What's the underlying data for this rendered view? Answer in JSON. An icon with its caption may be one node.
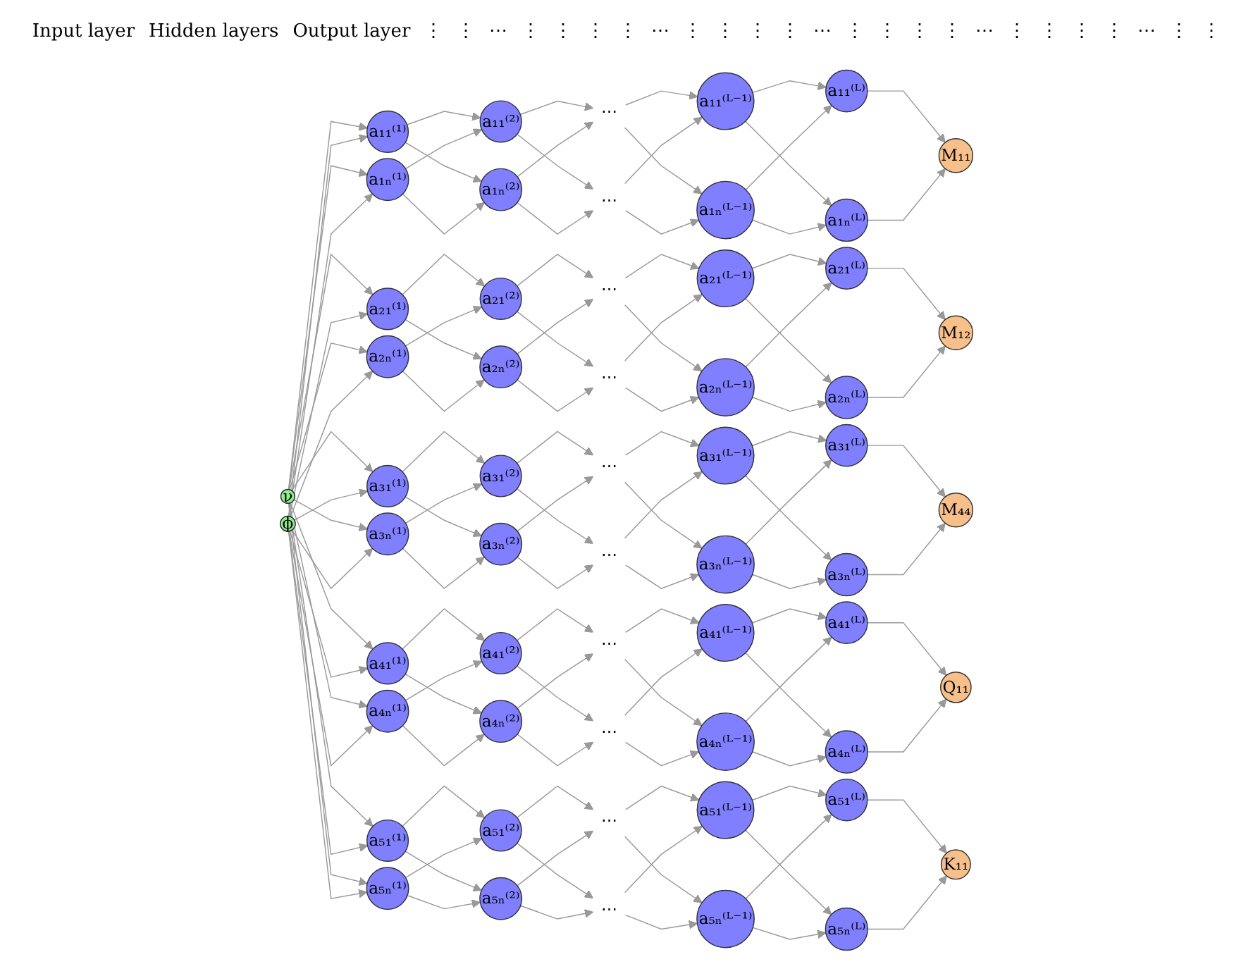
{
  "diagram": {
    "nodes": [
      {
        "text": [
          "ν"
        ]
      },
      {
        "text": [
          "ϕ"
        ]
      },
      {
        "text": [
          "a₁₁⁽¹⁾"
        ]
      },
      {
        "text": [
          "a₁ₙ⁽¹⁾"
        ]
      },
      {
        "text": [
          "a₂₁⁽¹⁾"
        ]
      },
      {
        "text": [
          "a₂ₙ⁽¹⁾"
        ]
      },
      {
        "text": [
          "a₃₁⁽¹⁾"
        ]
      },
      {
        "text": [
          "a₃ₙ⁽¹⁾"
        ]
      },
      {
        "text": [
          "a₄₁⁽¹⁾"
        ]
      },
      {
        "text": [
          "a₄ₙ⁽¹⁾"
        ]
      },
      {
        "text": [
          "a₅₁⁽¹⁾"
        ]
      },
      {
        "text": [
          "a₅ₙ⁽¹⁾"
        ]
      },
      {
        "text": [
          "a₁₁⁽²⁾"
        ]
      },
      {
        "text": [
          "a₁ₙ⁽²⁾"
        ]
      },
      {
        "text": [
          "a₂₁⁽²⁾"
        ]
      },
      {
        "text": [
          "a₂ₙ⁽²⁾"
        ]
      },
      {
        "text": [
          "a₃₁⁽²⁾"
        ]
      },
      {
        "text": [
          "a₃ₙ⁽²⁾"
        ]
      },
      {
        "text": [
          "a₄₁⁽²⁾"
        ]
      },
      {
        "text": [
          "a₄ₙ⁽²⁾"
        ]
      },
      {
        "text": [
          "a₅₁⁽²⁾"
        ]
      },
      {
        "text": [
          "a₅ₙ⁽²⁾"
        ]
      },
      {
        "text": [
          "⋯"
        ]
      },
      {
        "text": [
          "⋯"
        ]
      },
      {
        "text": [
          "⋯"
        ]
      },
      {
        "text": [
          "⋯"
        ]
      },
      {
        "text": [
          "⋯"
        ]
      },
      {
        "text": [
          "⋯"
        ]
      },
      {
        "text": [
          "⋯"
        ]
      },
      {
        "text": [
          "⋯"
        ]
      },
      {
        "text": [
          "⋯"
        ]
      },
      {
        "text": [
          "⋯"
        ]
      },
      {
        "text": [
          "a₁₁⁽ᴸ⁻¹⁾"
        ]
      },
      {
        "text": [
          "a₁ₙ⁽ᴸ⁻¹⁾"
        ]
      },
      {
        "text": [
          "a₂₁⁽ᴸ⁻¹⁾"
        ]
      },
      {
        "text": [
          "a₂ₙ⁽ᴸ⁻¹⁾"
        ]
      },
      {
        "text": [
          "a₃₁⁽ᴸ⁻¹⁾"
        ]
      },
      {
        "text": [
          "a₃ₙ⁽ᴸ⁻¹⁾"
        ]
      },
      {
        "text": [
          "a₄₁⁽ᴸ⁻¹⁾"
        ]
      },
      {
        "text": [
          "a₄ₙ⁽ᴸ⁻¹⁾"
        ]
      },
      {
        "text": [
          "a₅₁⁽ᴸ⁻¹⁾"
        ]
      },
      {
        "text": [
          "a₅ₙ⁽ᴸ⁻¹⁾"
        ]
      },
      {
        "text": [
          "a₁₁⁽ᴸ⁾"
        ]
      },
      {
        "text": [
          "a₁ₙ⁽ᴸ⁾"
        ]
      },
      {
        "text": [
          "a₂₁⁽ᴸ⁾"
        ]
      },
      {
        "text": [
          "a₂ₙ⁽ᴸ⁾"
        ]
      },
      {
        "text": [
          "a₃₁⁽ᴸ⁾"
        ]
      },
      {
        "text": [
          "a₃ₙ⁽ᴸ⁾"
        ]
      },
      {
        "text": [
          "a₄₁⁽ᴸ⁾"
        ]
      },
      {
        "text": [
          "a₄ₙ⁽ᴸ⁾"
        ]
      },
      {
        "text": [
          "a₅₁⁽ᴸ⁾"
        ]
      },
      {
        "text": [
          "a₅ₙ⁽ᴸ⁾"
        ]
      },
      {
        "text": [
          "M₁₁"
        ]
      },
      {
        "text": [
          "M₁₂"
        ]
      },
      {
        "text": [
          "M₄₄"
        ]
      },
      {
        "text": [
          "Q₁₁"
        ]
      },
      {
        "text": [
          "K₁₁"
        ]
      }
    ],
    "edges": [
      {
        "from": 0,
        "to": 2,
        "arrow": "to"
      },
      {
        "from": 0,
        "to": 3,
        "arrow": "to"
      },
      {
        "from": 0,
        "to": 4,
        "arrow": "to"
      },
      {
        "from": 0,
        "to": 5,
        "arrow": "to"
      },
      {
        "from": 0,
        "to": 6,
        "arrow": "to"
      },
      {
        "from": 0,
        "to": 7,
        "arrow": "to"
      },
      {
        "from": 0,
        "to": 8,
        "arrow": "to"
      },
      {
        "from": 0,
        "to": 9,
        "arrow": "to"
      },
      {
        "from": 0,
        "to": 10,
        "arrow": "to"
      },
      {
        "from": 0,
        "to": 11,
        "arrow": "to"
      },
      {
        "from": 1,
        "to": 2,
        "arrow": "to"
      },
      {
        "from": 1,
        "to": 3,
        "arrow": "to"
      },
      {
        "from": 1,
        "to": 4,
        "arrow": "to"
      },
      {
        "from": 1,
        "to": 5,
        "arrow": "to"
      },
      {
        "from": 1,
        "to": 6,
        "arrow": "to"
      },
      {
        "from": 1,
        "to": 7,
        "arrow": "to"
      },
      {
        "from": 1,
        "to": 8,
        "arrow": "to"
      },
      {
        "from": 1,
        "to": 9,
        "arrow": "to"
      },
      {
        "from": 1,
        "to": 10,
        "arrow": "to"
      },
      {
        "from": 1,
        "to": 11,
        "arrow": "to"
      },
      {
        "from": 2,
        "to": 12,
        "arrow": "to"
      },
      {
        "from": 2,
        "to": 13,
        "arrow": "to"
      },
      {
        "from": 3,
        "to": 12,
        "arrow": "to"
      },
      {
        "from": 3,
        "to": 13,
        "arrow": "to"
      },
      {
        "from": 4,
        "to": 14,
        "arrow": "to"
      },
      {
        "from": 4,
        "to": 15,
        "arrow": "to"
      },
      {
        "from": 5,
        "to": 14,
        "arrow": "to"
      },
      {
        "from": 5,
        "to": 15,
        "arrow": "to"
      },
      {
        "from": 6,
        "to": 16,
        "arrow": "to"
      },
      {
        "from": 6,
        "to": 17,
        "arrow": "to"
      },
      {
        "from": 7,
        "to": 16,
        "arrow": "to"
      },
      {
        "from": 7,
        "to": 17,
        "arrow": "to"
      },
      {
        "from": 8,
        "to": 18,
        "arrow": "to"
      },
      {
        "from": 8,
        "to": 19,
        "arrow": "to"
      },
      {
        "from": 9,
        "to": 18,
        "arrow": "to"
      },
      {
        "from": 9,
        "to": 19,
        "arrow": "to"
      },
      {
        "from": 10,
        "to": 20,
        "arrow": "to"
      },
      {
        "from": 10,
        "to": 21,
        "arrow": "to"
      },
      {
        "from": 11,
        "to": 20,
        "arrow": "to"
      },
      {
        "from": 11,
        "to": 21,
        "arrow": "to"
      },
      {
        "from": 12,
        "to": 22,
        "arrow": "to"
      },
      {
        "from": 12,
        "to": 23,
        "arrow": "to"
      },
      {
        "from": 13,
        "to": 22,
        "arrow": "to"
      },
      {
        "from": 13,
        "to": 23,
        "arrow": "to"
      },
      {
        "from": 14,
        "to": 24,
        "arrow": "to"
      },
      {
        "from": 14,
        "to": 25,
        "arrow": "to"
      },
      {
        "from": 15,
        "to": 24,
        "arrow": "to"
      },
      {
        "from": 15,
        "to": 25,
        "arrow": "to"
      },
      {
        "from": 16,
        "to": 26,
        "arrow": "to"
      },
      {
        "from": 16,
        "to": 27,
        "arrow": "to"
      },
      {
        "from": 17,
        "to": 26,
        "arrow": "to"
      },
      {
        "from": 17,
        "to": 27,
        "arrow": "to"
      },
      {
        "from": 18,
        "to": 28,
        "arrow": "to"
      },
      {
        "from": 18,
        "to": 29,
        "arrow": "to"
      },
      {
        "from": 19,
        "to": 28,
        "arrow": "to"
      },
      {
        "from": 19,
        "to": 29,
        "arrow": "to"
      },
      {
        "from": 20,
        "to": 30,
        "arrow": "to"
      },
      {
        "from": 20,
        "to": 31,
        "arrow": "to"
      },
      {
        "from": 21,
        "to": 30,
        "arrow": "to"
      },
      {
        "from": 21,
        "to": 31,
        "arrow": "to"
      },
      {
        "from": 22,
        "to": 32,
        "arrow": "to"
      },
      {
        "from": 22,
        "to": 33,
        "arrow": "to"
      },
      {
        "from": 23,
        "to": 32,
        "arrow": "to"
      },
      {
        "from": 23,
        "to": 33,
        "arrow": "to"
      },
      {
        "from": 24,
        "to": 34,
        "arrow": "to"
      },
      {
        "from": 24,
        "to": 35,
        "arrow": "to"
      },
      {
        "from": 25,
        "to": 34,
        "arrow": "to"
      },
      {
        "from": 25,
        "to": 35,
        "arrow": "to"
      },
      {
        "from": 26,
        "to": 36,
        "arrow": "to"
      },
      {
        "from": 26,
        "to": 37,
        "arrow": "to"
      },
      {
        "from": 27,
        "to": 36,
        "arrow": "to"
      },
      {
        "from": 27,
        "to": 37,
        "arrow": "to"
      },
      {
        "from": 28,
        "to": 38,
        "arrow": "to"
      },
      {
        "from": 28,
        "to": 39,
        "arrow": "to"
      },
      {
        "from": 29,
        "to": 38,
        "arrow": "to"
      },
      {
        "from": 29,
        "to": 39,
        "arrow": "to"
      },
      {
        "from": 30,
        "to": 40,
        "arrow": "to"
      },
      {
        "from": 30,
        "to": 41,
        "arrow": "to"
      },
      {
        "from": 31,
        "to": 40,
        "arrow": "to"
      },
      {
        "from": 31,
        "to": 41,
        "arrow": "to"
      },
      {
        "from": 32,
        "to": 42,
        "arrow": "to"
      },
      {
        "from": 32,
        "to": 43,
        "arrow": "to"
      },
      {
        "from": 33,
        "to": 42,
        "arrow": "to"
      },
      {
        "from": 33,
        "to": 43,
        "arrow": "to"
      },
      {
        "from": 34,
        "to": 44,
        "arrow": "to"
      },
      {
        "from": 34,
        "to": 45,
        "arrow": "to"
      },
      {
        "from": 35,
        "to": 44,
        "arrow": "to"
      },
      {
        "from": 35,
        "to": 45,
        "arrow": "to"
      },
      {
        "from": 36,
        "to": 46,
        "arrow": "to"
      },
      {
        "from": 36,
        "to": 47,
        "arrow": "to"
      },
      {
        "from": 37,
        "to": 46,
        "arrow": "to"
      },
      {
        "from": 37,
        "to": 47,
        "arrow": "to"
      },
      {
        "from": 38,
        "to": 48,
        "arrow": "to"
      },
      {
        "from": 38,
        "to": 49,
        "arrow": "to"
      },
      {
        "from": 39,
        "to": 48,
        "arrow": "to"
      },
      {
        "from": 39,
        "to": 49,
        "arrow": "to"
      },
      {
        "from": 40,
        "to": 50,
        "arrow": "to"
      },
      {
        "from": 40,
        "to": 51,
        "arrow": "to"
      },
      {
        "from": 41,
        "to": 50,
        "arrow": "to"
      },
      {
        "from": 41,
        "to": 51,
        "arrow": "to"
      },
      {
        "from": 42,
        "to": 52,
        "arrow": "to"
      },
      {
        "from": 43,
        "to": 52,
        "arrow": "to"
      },
      {
        "from": 44,
        "to": 53,
        "arrow": "to"
      },
      {
        "from": 45,
        "to": 53,
        "arrow": "to"
      },
      {
        "from": 46,
        "to": 54,
        "arrow": "to"
      },
      {
        "from": 47,
        "to": 54,
        "arrow": "to"
      },
      {
        "from": 48,
        "to": 55,
        "arrow": "to"
      },
      {
        "from": 49,
        "to": 55,
        "arrow": "to"
      },
      {
        "from": 50,
        "to": 56,
        "arrow": "to"
      },
      {
        "from": 51,
        "to": 56,
        "arrow": "to"
      }
    ],
    "labels": [
      "Input layer",
      "Hidden layers",
      "Output layer",
      "⋮",
      "⋮",
      "⋯",
      "⋮",
      "⋮",
      "⋮",
      "⋮",
      "⋯",
      "⋮",
      "⋮",
      "⋮",
      "⋮",
      "⋯",
      "⋮",
      "⋮",
      "⋮",
      "⋮",
      "⋯",
      "⋮",
      "⋮",
      "⋮",
      "⋮",
      "⋯",
      "⋮",
      "⋮"
    ]
  }
}
